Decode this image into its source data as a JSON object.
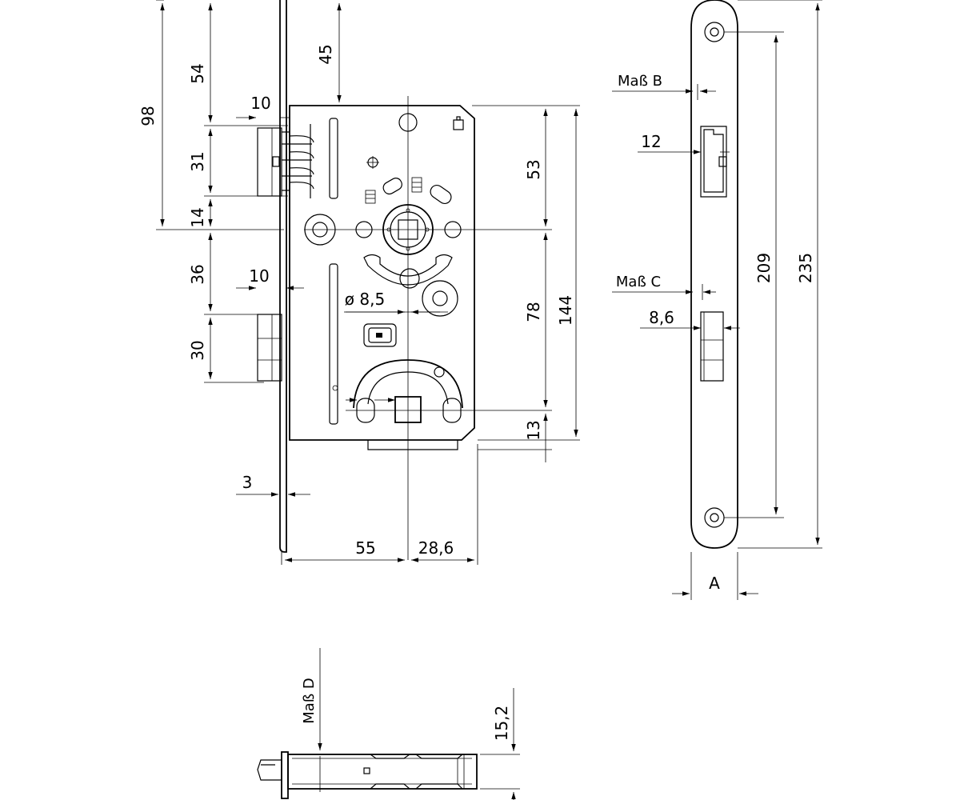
{
  "dimensions": {
    "d98": "98",
    "d54": "54",
    "d45": "45",
    "d10_top": "10",
    "d31": "31",
    "d14": "14",
    "d36": "36",
    "d10_mid": "10",
    "d30": "30",
    "d3": "3",
    "d53": "53",
    "d78": "78",
    "d144": "144",
    "d13": "13",
    "diam": "ø 8,5",
    "d55": "55",
    "d28_6": "28,6"
  },
  "side_view": {
    "mass_b": "Maß B",
    "d12": "12",
    "mass_c": "Maß C",
    "d8_6": "8,6",
    "d209": "209",
    "d235": "235",
    "a_label": "A"
  },
  "bottom_view": {
    "mass_d": "Maß D",
    "d15_2": "15,2"
  }
}
